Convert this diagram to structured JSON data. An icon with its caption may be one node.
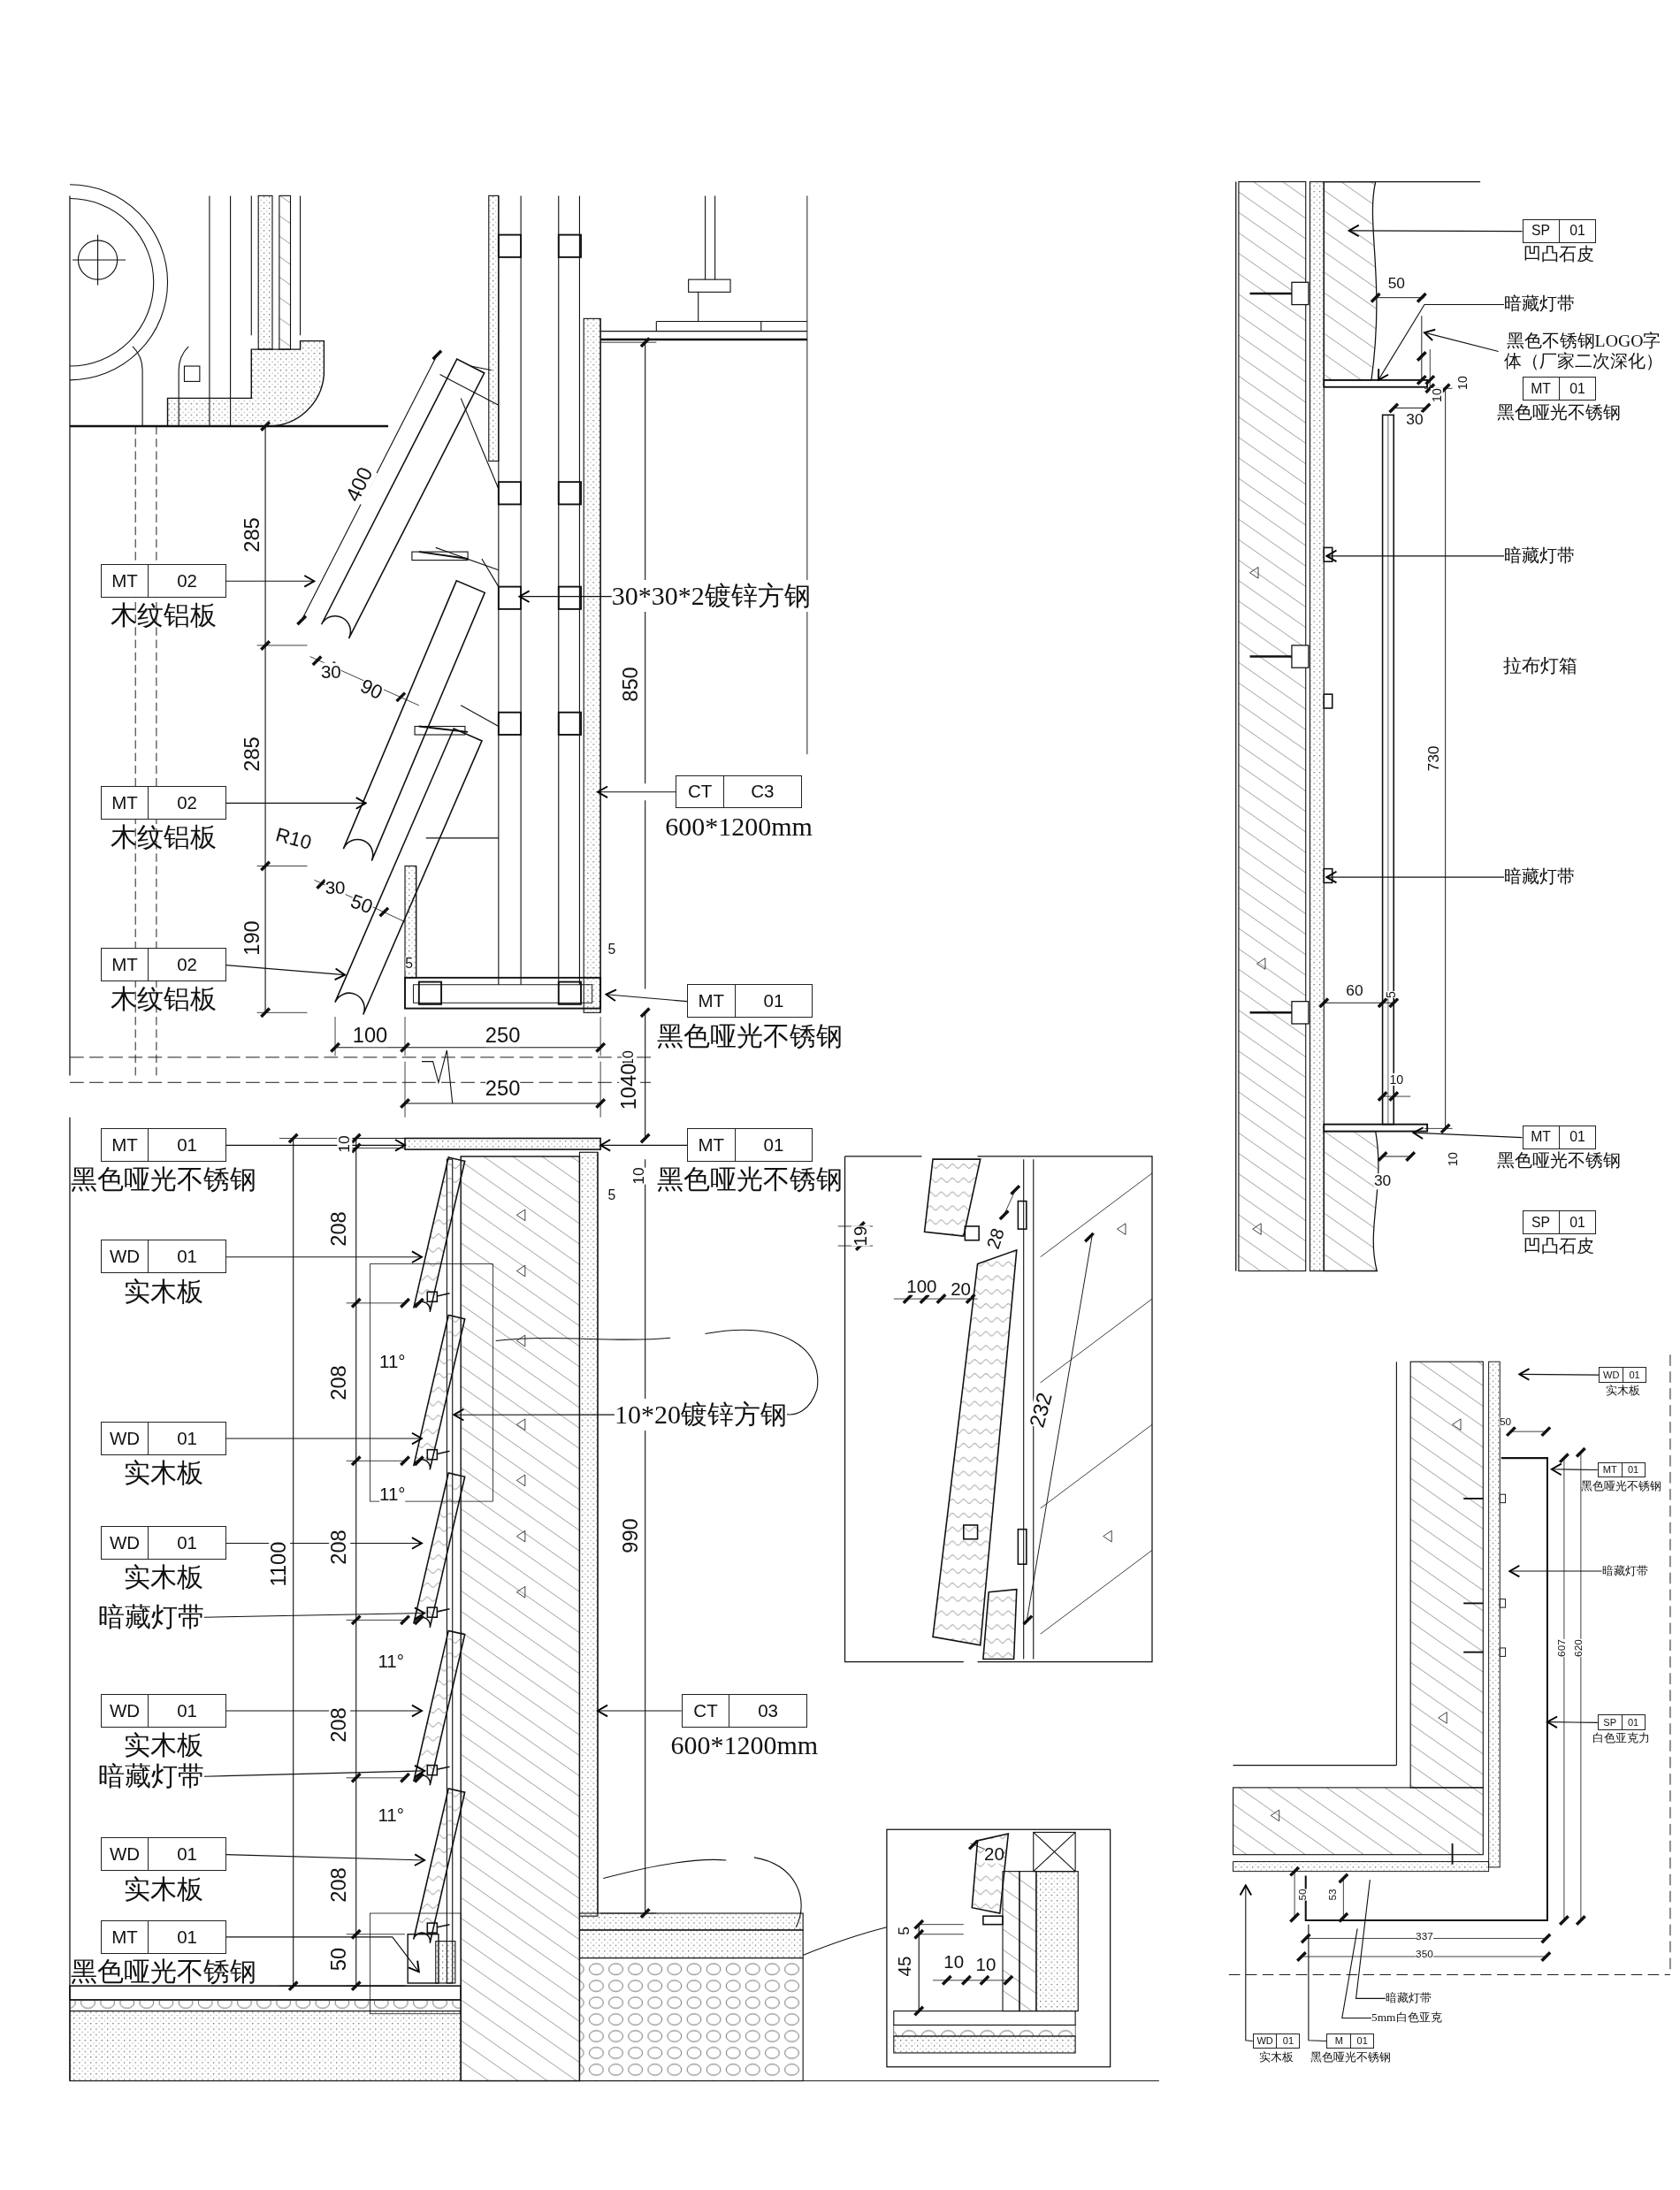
{
  "diagram": {
    "nodes": [
      {
        "text": [
          "MT",
          "02"
        ],
        "beside": [
          "木纹铝板"
        ]
      },
      {
        "text": [
          "MT",
          "02"
        ],
        "beside": [
          "木纹铝板"
        ]
      },
      {
        "text": [
          "MT",
          "02"
        ],
        "beside": [
          "木纹铝板"
        ]
      },
      {
        "text": [
          "30*30*2镀锌方钢"
        ]
      },
      {
        "text": [
          "CT",
          "C3"
        ],
        "beside": [
          "600*1200mm"
        ]
      },
      {
        "text": [
          "MT",
          "01"
        ],
        "beside": [
          "黑色哑光不锈钢"
        ]
      },
      {
        "text": [
          "MT",
          "01"
        ],
        "beside": [
          "黑色哑光不锈钢"
        ]
      },
      {
        "text": [
          "MT",
          "01"
        ],
        "beside": [
          "黑色哑光不锈钢"
        ]
      },
      {
        "text": [
          "WD",
          "01"
        ],
        "beside": [
          "实木板"
        ]
      },
      {
        "text": [
          "WD",
          "01"
        ],
        "beside": [
          "实木板"
        ]
      },
      {
        "text": [
          "WD",
          "01"
        ],
        "beside": [
          "实木板"
        ]
      },
      {
        "text": [
          "暗藏灯带"
        ]
      },
      {
        "text": [
          "WD",
          "01"
        ],
        "beside": [
          "实木板"
        ]
      },
      {
        "text": [
          "暗藏灯带"
        ]
      },
      {
        "text": [
          "WD",
          "01"
        ],
        "beside": [
          "实木板"
        ]
      },
      {
        "text": [
          "MT",
          "01"
        ],
        "beside": [
          "黑色哑光不锈钢"
        ]
      },
      {
        "text": [
          "10*20镀锌方钢"
        ]
      },
      {
        "text": [
          "CT",
          "03"
        ],
        "beside": [
          "600*1200mm"
        ]
      },
      {
        "text": [
          "SP",
          "01"
        ],
        "beside": [
          "凹凸石皮"
        ]
      },
      {
        "text": [
          "暗藏灯带"
        ]
      },
      {
        "text": [
          "黑色不锈钢LOGO字体（厂家二次深化）"
        ]
      },
      {
        "text": [
          "MT",
          "01"
        ],
        "beside": [
          "黑色哑光不锈钢"
        ]
      },
      {
        "text": [
          "暗藏灯带"
        ]
      },
      {
        "text": [
          "暗藏灯带"
        ]
      },
      {
        "text": [
          "MT",
          "01"
        ],
        "beside": [
          "黑色哑光不锈钢"
        ]
      },
      {
        "text": [
          "SP",
          "01"
        ],
        "beside": [
          "凹凸石皮"
        ]
      },
      {
        "text": [
          "WD",
          "01"
        ],
        "beside": [
          "实木板"
        ]
      },
      {
        "text": [
          "MT",
          "01"
        ],
        "beside": [
          "黑色哑光不锈钢"
        ]
      },
      {
        "text": [
          "暗藏灯带"
        ]
      },
      {
        "text": [
          "SP",
          "01"
        ],
        "beside": [
          "白色亚克力"
        ]
      },
      {
        "text": [
          "暗藏灯带"
        ]
      },
      {
        "text": [
          "5mm白色亚克"
        ]
      },
      {
        "text": [
          "WD",
          "01"
        ],
        "beside": [
          "实木板"
        ]
      },
      {
        "text": [
          "M",
          "01"
        ],
        "beside": [
          "黑色哑光不锈钢"
        ]
      }
    ],
    "edges": [
      {
        "from": 0,
        "to": null,
        "arrow": "to"
      },
      {
        "from": 1,
        "to": null,
        "arrow": "to"
      },
      {
        "from": 2,
        "to": null,
        "arrow": "to"
      },
      {
        "from": 3,
        "to": null,
        "arrow": "to"
      },
      {
        "from": 4,
        "to": null,
        "arrow": "to"
      },
      {
        "from": 5,
        "to": null,
        "arrow": "to"
      },
      {
        "from": 6,
        "to": null,
        "arrow": "to"
      },
      {
        "from": 7,
        "to": null,
        "arrow": "to"
      },
      {
        "from": 8,
        "to": null,
        "arrow": "to"
      },
      {
        "from": 9,
        "to": null,
        "arrow": "to"
      },
      {
        "from": 10,
        "to": null,
        "arrow": "to"
      },
      {
        "from": 11,
        "to": null,
        "arrow": "to"
      },
      {
        "from": 12,
        "to": null,
        "arrow": "to"
      },
      {
        "from": 13,
        "to": null,
        "arrow": "to"
      },
      {
        "from": 14,
        "to": null,
        "arrow": "to"
      },
      {
        "from": 15,
        "to": null,
        "arrow": "to"
      },
      {
        "from": 16,
        "to": null,
        "arrow": "to"
      },
      {
        "from": 17,
        "to": null,
        "arrow": "to"
      },
      {
        "from": 18,
        "to": null,
        "arrow": "to"
      },
      {
        "from": 19,
        "to": null,
        "arrow": "to"
      },
      {
        "from": 20,
        "to": null,
        "arrow": "to"
      },
      {
        "from": 22,
        "to": null,
        "arrow": "to"
      },
      {
        "from": 23,
        "to": null,
        "arrow": "to"
      },
      {
        "from": 24,
        "to": null,
        "arrow": "to"
      },
      {
        "from": 26,
        "to": null,
        "arrow": "to"
      },
      {
        "from": 27,
        "to": null,
        "arrow": "to"
      },
      {
        "from": 28,
        "to": null,
        "arrow": "to"
      },
      {
        "from": 29,
        "to": null,
        "arrow": "to"
      },
      {
        "from": 30,
        "to": null,
        "arrow": "none"
      },
      {
        "from": 31,
        "to": null,
        "arrow": "none"
      },
      {
        "from": 32,
        "to": null,
        "arrow": "to"
      },
      {
        "from": 33,
        "to": null,
        "arrow": "none"
      }
    ],
    "labels": [
      "400",
      "285",
      "30",
      "90",
      "285",
      "R10",
      "30",
      "50",
      "850",
      "190",
      "5",
      "5",
      "100",
      "250",
      "10",
      "250",
      "1040",
      "10",
      "10",
      "5",
      "208",
      "11°",
      "208",
      "11°",
      "1100",
      "208",
      "990",
      "11°",
      "208",
      "11°",
      "208",
      "50",
      "19",
      "28",
      "100",
      "20",
      "232",
      "20",
      "5",
      "45",
      "10",
      "10",
      "50",
      "10",
      "10",
      "30",
      "拉布灯箱",
      "730",
      "60",
      "5",
      "10",
      "10",
      "30",
      "50",
      "607",
      "620",
      "50",
      "53",
      "337",
      "350"
    ]
  }
}
